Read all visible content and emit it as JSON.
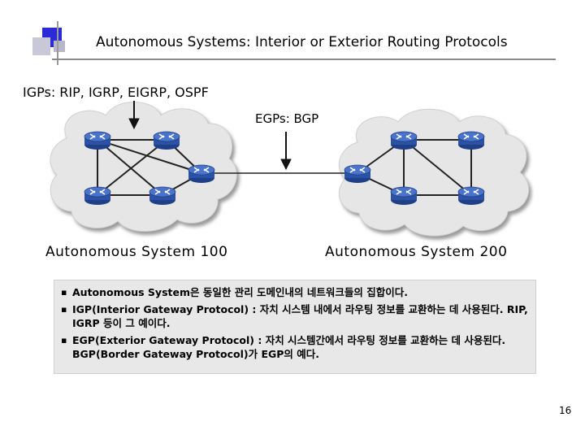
{
  "slide": {
    "title": "Autonomous Systems: Interior or Exterior Routing Protocols",
    "page_number": "16"
  },
  "diagram": {
    "igp_label": "IGPs: RIP, IGRP, EIGRP, OSPF",
    "egp_label": "EGPs: BGP",
    "as1_label": "Autonomous System 100",
    "as2_label": "Autonomous System 200"
  },
  "notes": {
    "items": [
      "Autonomous System은 동일한 관리 도메인내의 네트워크들의 집합이다.",
      "IGP(Interior Gateway Protocol) : 자치 시스템 내에서 라우팅 정보를 교환하는 데 사용된다. RIP, IGRP 등이 그 예이다.",
      "EGP(Exterior Gateway Protocol) : 자치 시스템간에서 라우팅 정보를 교환하는 데 사용된다. BGP(Border Gateway Protocol)가 EGP의 예다."
    ]
  },
  "colors": {
    "router": "#3d64b8",
    "cloud": "#e6e6e6",
    "accent_blue": "#2b2bd6"
  }
}
